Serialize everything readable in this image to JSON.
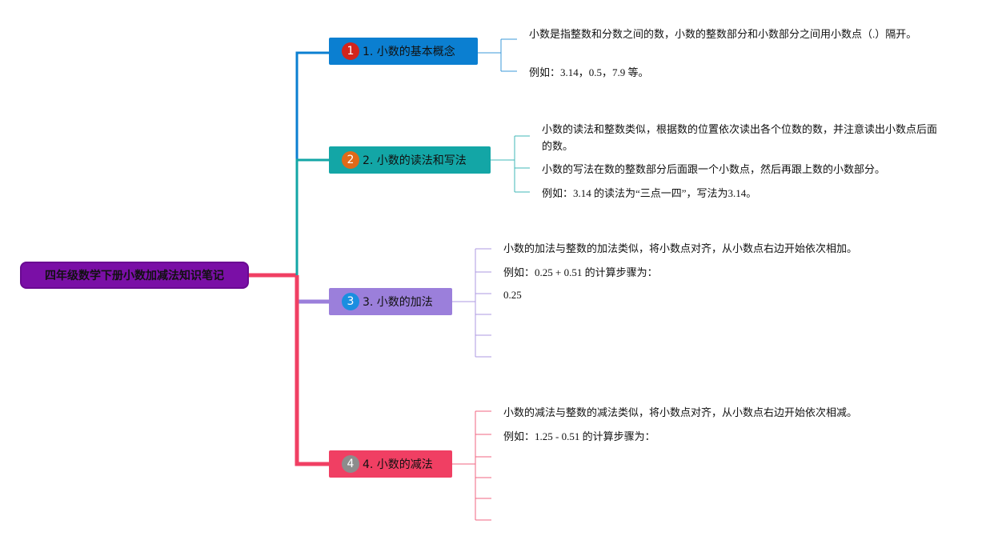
{
  "root": {
    "label": "四年级数学下册小数加减法知识笔记",
    "color": "#7a0fa6"
  },
  "topics": [
    {
      "num": "1",
      "label": "1. 小数的基本概念",
      "color": "#0b7fd1",
      "badge": "#d4241c",
      "notes": [
        "小数是指整数和分数之间的数，小数的整数部分和小数部分之间用小数点（.）隔开。",
        "例如：3.14，0.5，7.9 等。"
      ]
    },
    {
      "num": "2",
      "label": "2. 小数的读法和写法",
      "color": "#13a6a6",
      "badge": "#e06a1a",
      "notes": [
        "小数的读法和整数类似，根据数的位置依次读出各个位数的数，并注意读出小数点后面的数。",
        "小数的写法在数的整数部分后面跟一个小数点，然后再跟上数的小数部分。",
        "例如：3.14 的读法为“三点一四”，写法为3.14。"
      ]
    },
    {
      "num": "3",
      "label": "3. 小数的加法",
      "color": "#9b7fdb",
      "badge": "#1a8ee0",
      "notes": [
        "小数的加法与整数的加法类似，将小数点对齐，从小数点右边开始依次相加。",
        "例如：0.25 + 0.51 的计算步骤为：",
        "0.25",
        "",
        "",
        ""
      ]
    },
    {
      "num": "4",
      "label": "4. 小数的减法",
      "color": "#f03f63",
      "badge": "#8c8c8c",
      "notes": [
        "小数的减法与整数的减法类似，将小数点对齐，从小数点右边开始依次相减。",
        "例如：1.25 - 0.51 的计算步骤为：",
        "",
        "",
        "",
        ""
      ]
    }
  ]
}
